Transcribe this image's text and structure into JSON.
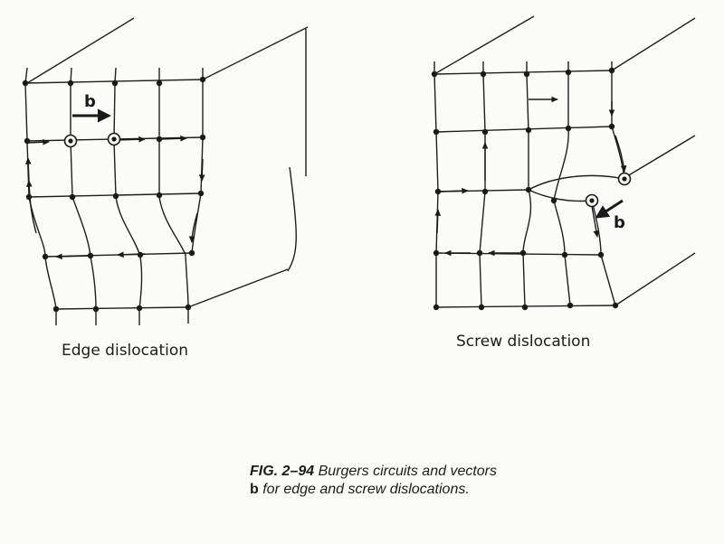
{
  "figure": {
    "edge": {
      "label": "Edge dislocation",
      "vector": "b"
    },
    "screw": {
      "label": "Screw dislocation",
      "vector": "b"
    }
  },
  "caption": {
    "fig_id": "FIG. 2–94",
    "text_a": " Burgers circuits and vectors ",
    "vector": "b",
    "text_b": " for edge and screw dislocations."
  }
}
